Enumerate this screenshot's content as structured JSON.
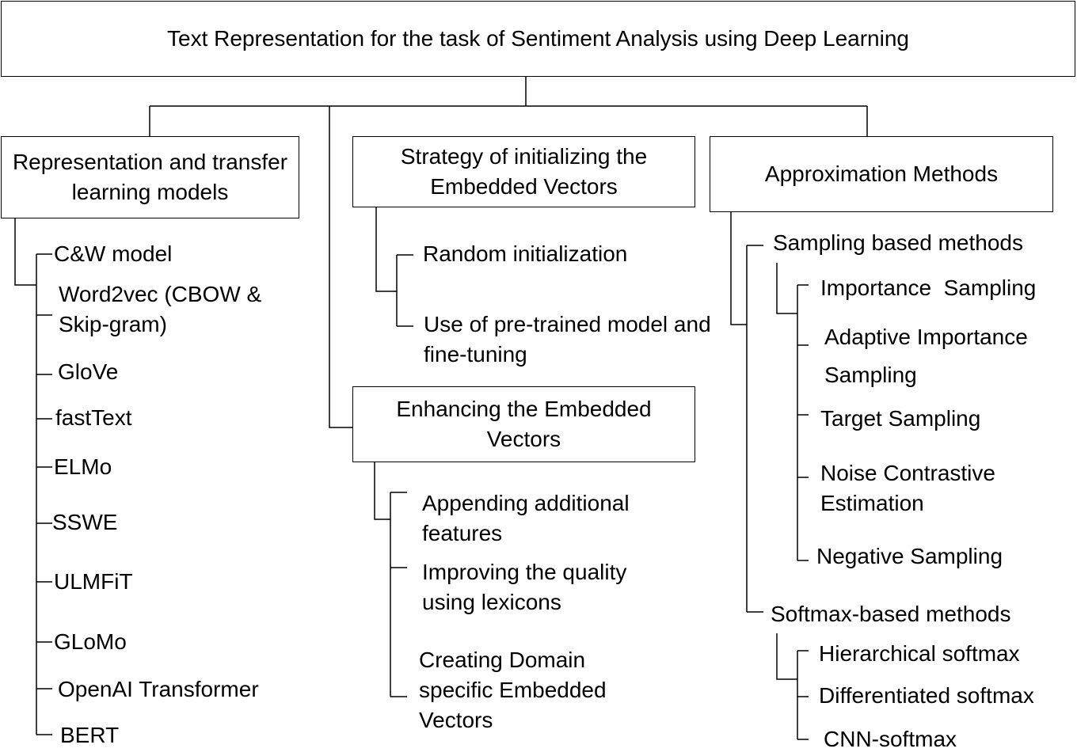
{
  "title": "Text Representation for the task of Sentiment Analysis using Deep Learning",
  "representation": {
    "heading": "Representation and transfer learning models",
    "items": [
      "C&W model",
      "Word2vec (CBOW & Skip-gram)",
      "GloVe",
      "fastText",
      "ELMo",
      "SSWE",
      "ULMFiT",
      "GLoMo",
      "OpenAI Transformer",
      "BERT"
    ]
  },
  "strategy": {
    "heading": "Strategy of initializing the Embedded Vectors",
    "items": [
      "Random initialization",
      "Use of pre-trained model and fine-tuning"
    ]
  },
  "enhancing": {
    "heading": "Enhancing the Embedded Vectors",
    "items": [
      "Appending additional features",
      "Improving the quality using lexicons",
      "Creating Domain specific Embedded Vectors"
    ]
  },
  "approximation": {
    "heading": "Approximation Methods",
    "sampling": {
      "label": "Sampling based methods",
      "items": [
        "Importance  Sampling",
        "Adaptive Importance Sampling",
        "Target Sampling",
        "Noise Contrastive Estimation",
        "Negative Sampling"
      ]
    },
    "softmax": {
      "label": "Softmax-based methods",
      "items": [
        "Hierarchical softmax",
        "Differentiated softmax",
        "CNN-softmax"
      ]
    }
  }
}
